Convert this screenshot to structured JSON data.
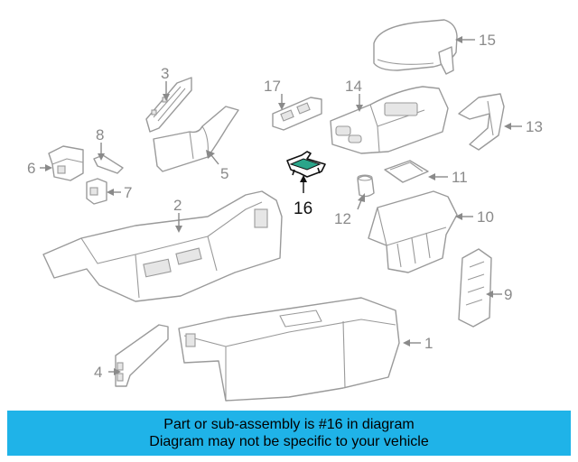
{
  "diagram": {
    "highlighted_part": "16",
    "callouts": [
      "1",
      "2",
      "3",
      "4",
      "5",
      "6",
      "7",
      "8",
      "9",
      "10",
      "11",
      "12",
      "13",
      "14",
      "15",
      "16",
      "17"
    ],
    "colors": {
      "line": "#9a9a9a",
      "highlight": "#2aa58a",
      "banner": "#1fb3e8"
    }
  },
  "banner": {
    "line1": "Part or sub-assembly is #16 in diagram",
    "line2": "Diagram may not be specific to your vehicle"
  }
}
